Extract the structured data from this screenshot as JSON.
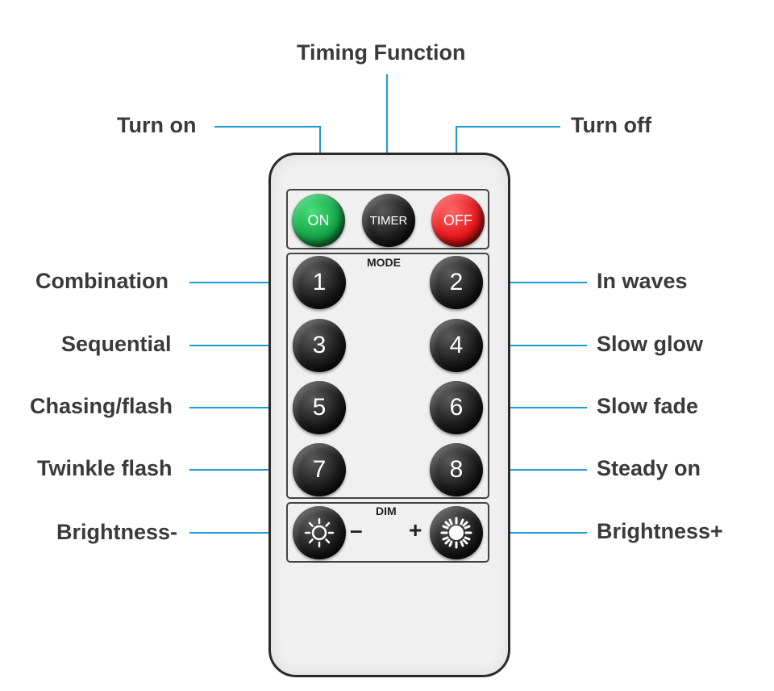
{
  "labels": {
    "timing_function": "Timing Function",
    "turn_on": "Turn on",
    "turn_off": "Turn off",
    "combination": "Combination",
    "in_waves": "In waves",
    "sequential": "Sequential",
    "slow_glow": "Slow glow",
    "chasing_flash": "Chasing/flash",
    "slow_fade": "Slow fade",
    "twinkle_flash": "Twinkle flash",
    "steady_on": "Steady on",
    "brightness_minus": "Brightness-",
    "brightness_plus": "Brightness+"
  },
  "remote": {
    "top_buttons": {
      "on": "ON",
      "timer": "TIMER",
      "off": "OFF"
    },
    "mode_title": "MODE",
    "mode_buttons": [
      "1",
      "2",
      "3",
      "4",
      "5",
      "6",
      "7",
      "8"
    ],
    "dim_title": "DIM",
    "minus_sign": "–",
    "plus_sign": "+"
  },
  "colors": {
    "leader_line": "#1f9bd2",
    "on_button": "#14a447",
    "off_button": "#e5161a",
    "dark_button": "#1c1c1c",
    "label_text": "#3a3a3a"
  },
  "icons": [
    "sun-dim-icon",
    "sun-bright-icon"
  ]
}
